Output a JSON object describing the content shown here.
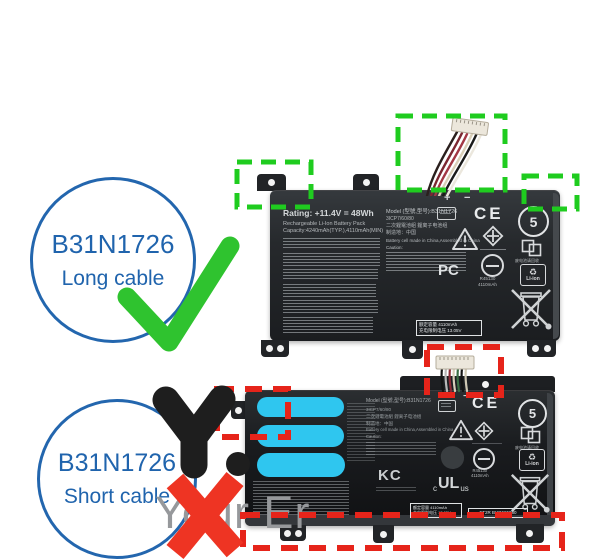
{
  "callout_top": {
    "model": "B31N1726",
    "cable_type": "Long cable"
  },
  "callout_bottom": {
    "model": "B31N1726",
    "cable_type": "Short cable"
  },
  "watermark": {
    "glyph_text": "Y.",
    "text": "Your Er"
  },
  "label": {
    "rating": "Rating: +11.4V = 48Wh",
    "pack_type": "Rechargeable Li-Ion Battery Pack",
    "capacity": "Capacity:4240mAh(TYP.),4110mAh(MIN)",
    "model_line": "Model (型號,型号):B31N1726",
    "cell_config": "3ICP7/60/80",
    "type_cn": "二次鋰電池組  鋰离子电池组",
    "origin_cn": "制造地：中国",
    "made_line": "Battery cell made in China,Assembled in China",
    "caution": "Caution:",
    "plus": "+",
    "minus": "−",
    "ce_mark": "CE",
    "circle5": "5",
    "warning_excl": "!",
    "recycle_caption_cn": "废电池请回收",
    "recycle_glyph": "♻",
    "li_ion": "Li-ion",
    "rohs_code": "R45130",
    "rohs_capacity": "4110mAh",
    "rated_capacity_cn": "额定容量 4110mAh",
    "charge_voltage_cn": "充电限制电压 13.05V",
    "pct_mark": "PC",
    "kc_mark": "KC",
    "ul_prefix": "c",
    "ul_mark": "UL",
    "ul_suffix": "us",
    "serial": "FT2R BYQ665080"
  },
  "colors": {
    "highlight_green": "#1fcc1f",
    "highlight_red": "#e6241a",
    "censor_cyan": "#2fc6ef",
    "callout_blue": "#2366ae",
    "check_green": "#2fc32f",
    "cross_red": "#ee3423",
    "glyph_black": "#1e1e1e",
    "watermark_gray": "#96989b"
  }
}
